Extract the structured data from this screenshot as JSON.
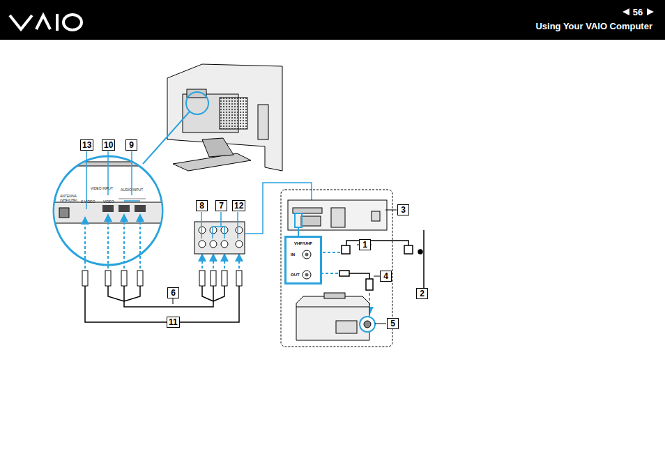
{
  "diagram": {
    "nodes": [
      {
        "text": [
          "VHF/UHF",
          "IN",
          "OUT"
        ]
      }
    ],
    "labels": [
      "56",
      "Using Your VAIO Computer",
      "13",
      "10",
      "9",
      "ANTENNA",
      "(VHF/UHF)",
      "VIDEO INPUT",
      "S VIDEO",
      "VIDEO",
      "AUDIO INPUT",
      "8",
      "7",
      "12",
      "3",
      "1",
      "2",
      "4",
      "5",
      "6",
      "11"
    ]
  }
}
